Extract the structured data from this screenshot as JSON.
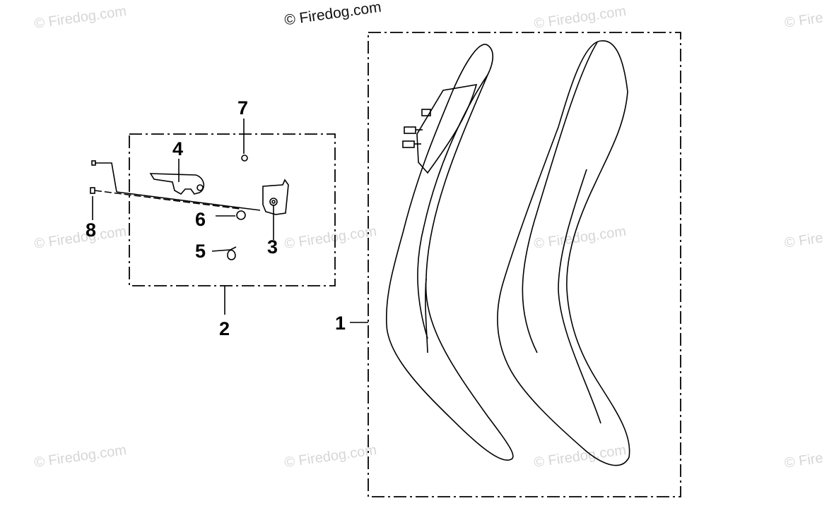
{
  "watermark_text": "© Firedog.com",
  "watermark_partial_text": "© Fire",
  "callouts": {
    "n1": "1",
    "n2": "2",
    "n3": "3",
    "n4": "4",
    "n5": "5",
    "n6": "6",
    "n7": "7",
    "n8": "8"
  },
  "colors": {
    "line": "#000000",
    "watermark": "#d6d6d6"
  }
}
